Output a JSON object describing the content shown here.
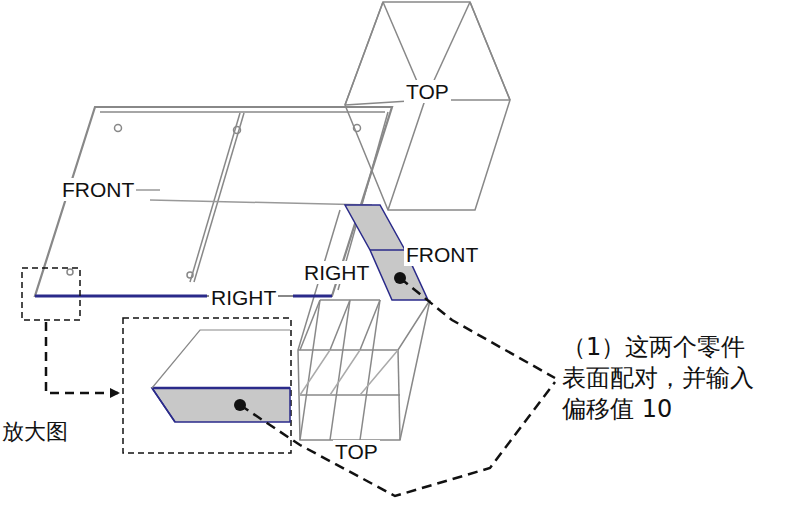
{
  "diagram": {
    "labels": [
      "TOP",
      "FRONT",
      "FRONT",
      "RIGHT",
      "RIGHT",
      "（1）这两个零件 表面配对，并输入 偏移值 10",
      "放大图",
      "TOP"
    ]
  }
}
